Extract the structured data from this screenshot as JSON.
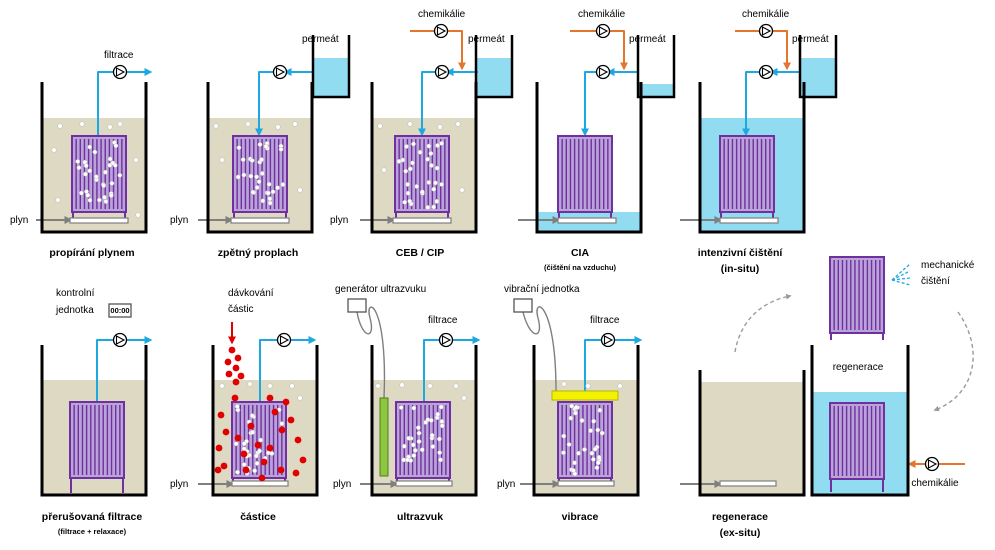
{
  "panels": [
    {
      "title": "propírání plynem",
      "note": ""
    },
    {
      "title": "zpětný proplach",
      "note": ""
    },
    {
      "title": "CEB / CIP",
      "note": ""
    },
    {
      "title": "CIA",
      "note": "(čištění na vzduchu)"
    },
    {
      "title": "intenzivní čištění",
      "note": "(in-situ)"
    },
    {
      "title": "přerušovaná filtrace",
      "note": "(filtrace + relaxace)"
    },
    {
      "title": "částice",
      "note": ""
    },
    {
      "title": "ultrazvuk",
      "note": ""
    },
    {
      "title": "vibrace",
      "note": ""
    },
    {
      "title": "regenerace",
      "note": "(ex-situ)"
    }
  ],
  "labels": {
    "filtrace": "filtrace",
    "permeat": "permeát",
    "chemikalie": "chemikálie",
    "plyn": "plyn",
    "kontrolni_1": "kontrolní",
    "kontrolni_2": "jednotka",
    "display": "00:00",
    "davkovani_1": "dávkování",
    "davkovani_2": "částic",
    "generator": "generátor ultrazvuku",
    "vibracni": "vibrační jednotka",
    "mechanicke_1": "mechanické",
    "mechanicke_2": "čištění",
    "regenerace_tag": "regenerace"
  },
  "colors": {
    "sludge": "#DDD9C3",
    "water": "#92DCF2",
    "permeate_line": "#1EA8E0",
    "chemical_line": "#E3762C",
    "membrane": "#7030A0",
    "membrane_fill": "#B9A3D9",
    "gas": "#7F7F7F",
    "particle": "#E00000",
    "ultrasound_probe": "#8DC63F",
    "vibrator": "#F2F200"
  }
}
